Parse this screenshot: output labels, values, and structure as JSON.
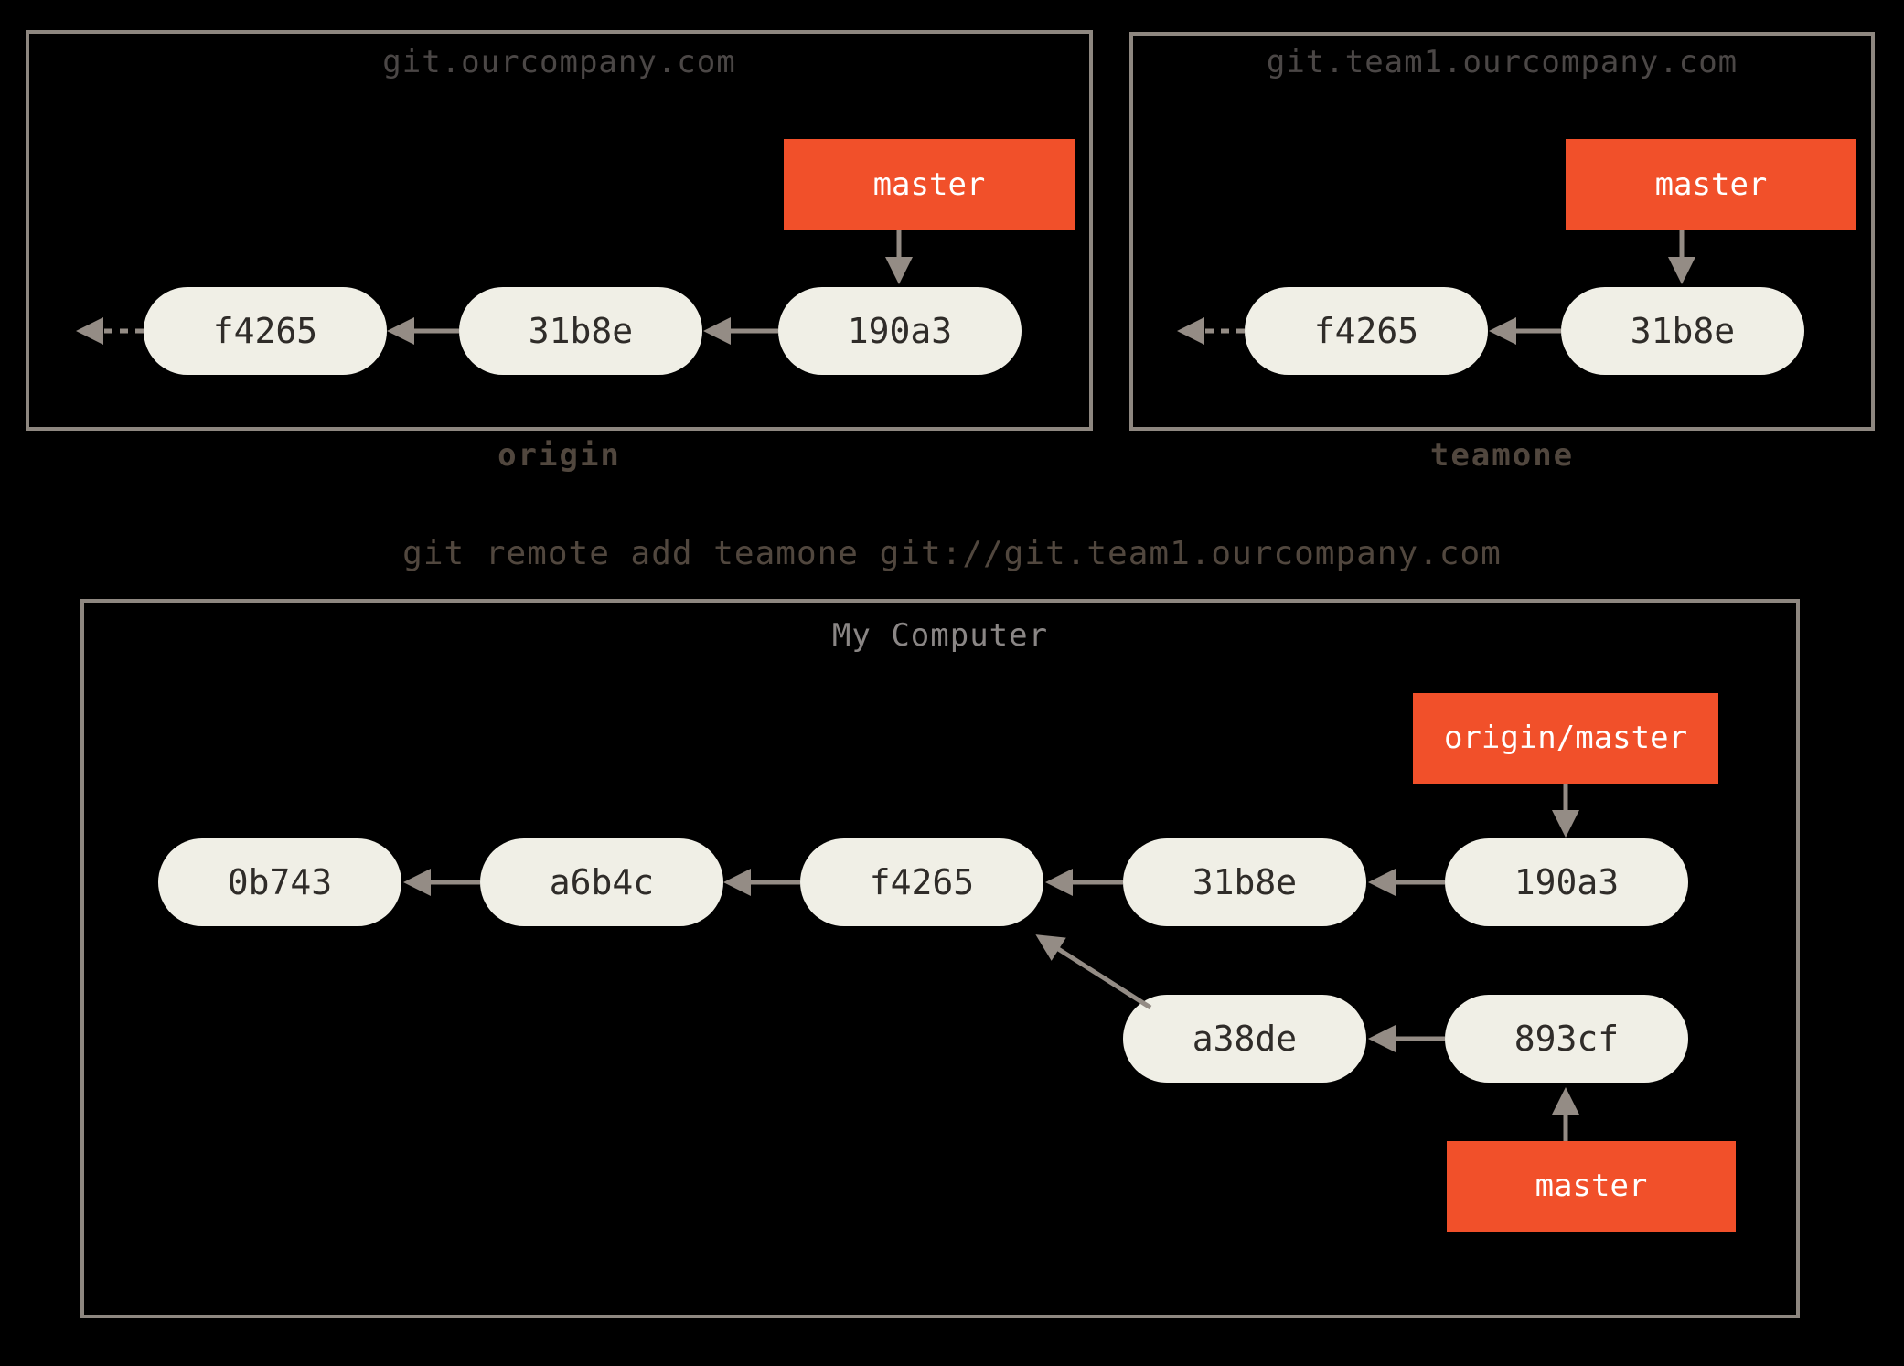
{
  "remotes": [
    {
      "host": "git.ourcompany.com",
      "caption": "origin",
      "branch_label": "master",
      "commits": [
        "f4265",
        "31b8e",
        "190a3"
      ]
    },
    {
      "host": "git.team1.ourcompany.com",
      "caption": "teamone",
      "branch_label": "master",
      "commits": [
        "f4265",
        "31b8e"
      ]
    }
  ],
  "command": "git remote add teamone git://git.team1.ourcompany.com",
  "local": {
    "title": "My Computer",
    "remote_branch_label": "origin/master",
    "branch_label": "master",
    "mainline_commits": [
      "0b743",
      "a6b4c",
      "f4265",
      "31b8e",
      "190a3"
    ],
    "feature_commits": [
      "a38de",
      "893cf"
    ]
  },
  "colors": {
    "background": "#000000",
    "box_border": "#8e8780",
    "commit_fill": "#f0efe6",
    "commit_text": "#2f2c29",
    "branch_fill": "#f1502a",
    "branch_text": "#ffffff",
    "arrow": "#948c85",
    "remote_title_text": "#4b4746",
    "local_title_text": "#8a8685",
    "caption_text": "#51473e"
  }
}
